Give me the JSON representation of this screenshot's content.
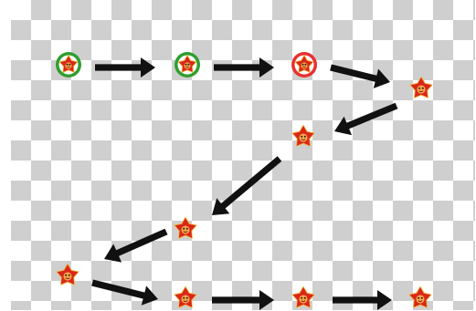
{
  "diagram": {
    "nodes": [
      {
        "id": "n1",
        "kind": "circle-badge",
        "ring_color": "#2e9e2e"
      },
      {
        "id": "n2",
        "kind": "circle-badge",
        "ring_color": "#2e9e2e"
      },
      {
        "id": "n3",
        "kind": "circle-badge",
        "ring_color": "#e83030"
      },
      {
        "id": "n4",
        "kind": "star-icon"
      },
      {
        "id": "n5",
        "kind": "star-icon"
      },
      {
        "id": "n6",
        "kind": "star-icon"
      },
      {
        "id": "n7",
        "kind": "star-icon"
      },
      {
        "id": "n8",
        "kind": "star-icon"
      },
      {
        "id": "n9",
        "kind": "star-icon"
      },
      {
        "id": "n10",
        "kind": "star-icon"
      }
    ],
    "edges": [
      {
        "from": "n1",
        "to": "n2"
      },
      {
        "from": "n2",
        "to": "n3"
      },
      {
        "from": "n3",
        "to": "n4"
      },
      {
        "from": "n4",
        "to": "n5"
      },
      {
        "from": "n5",
        "to": "n6"
      },
      {
        "from": "n6",
        "to": "n7"
      },
      {
        "from": "n7",
        "to": "n8"
      },
      {
        "from": "n8",
        "to": "n9"
      },
      {
        "from": "n9",
        "to": "n10"
      }
    ],
    "colors": {
      "arrow": "#111111",
      "star_fill": "#d9261c",
      "star_outline": "#f2b430",
      "face": "#f7a64a"
    }
  }
}
